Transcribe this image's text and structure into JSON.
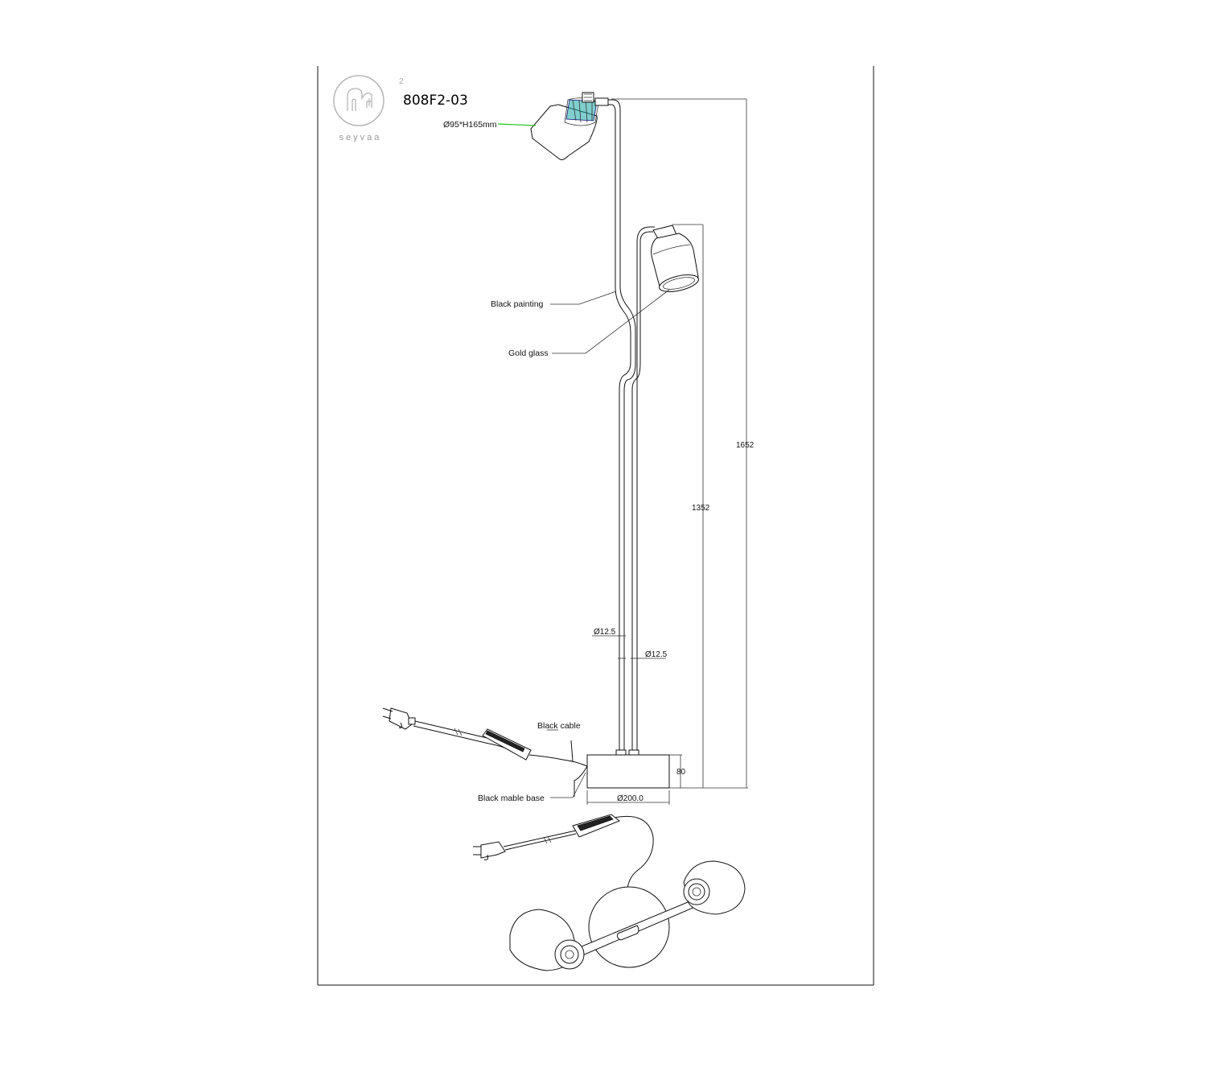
{
  "header": {
    "model": "808F2-03",
    "brand": "seyvaa",
    "shade_size": "Ø95*H165mm"
  },
  "callouts": {
    "black_painting": "Black painting",
    "gold_glass": "Gold glass",
    "black_cable": "Black cable",
    "black_marble_base": "Black mable base"
  },
  "dimensions": {
    "total_height": "1652",
    "lower_height": "1352",
    "tube_diameter_left": "Ø12.5",
    "tube_diameter_right": "Ø12.5",
    "base_height": "80",
    "base_diameter": "Ø200.0"
  },
  "colors": {
    "line": "#111111",
    "logo": "#b5b5b5",
    "leader_highlight": "#22c322",
    "socket_accent": "#19a6a6"
  }
}
